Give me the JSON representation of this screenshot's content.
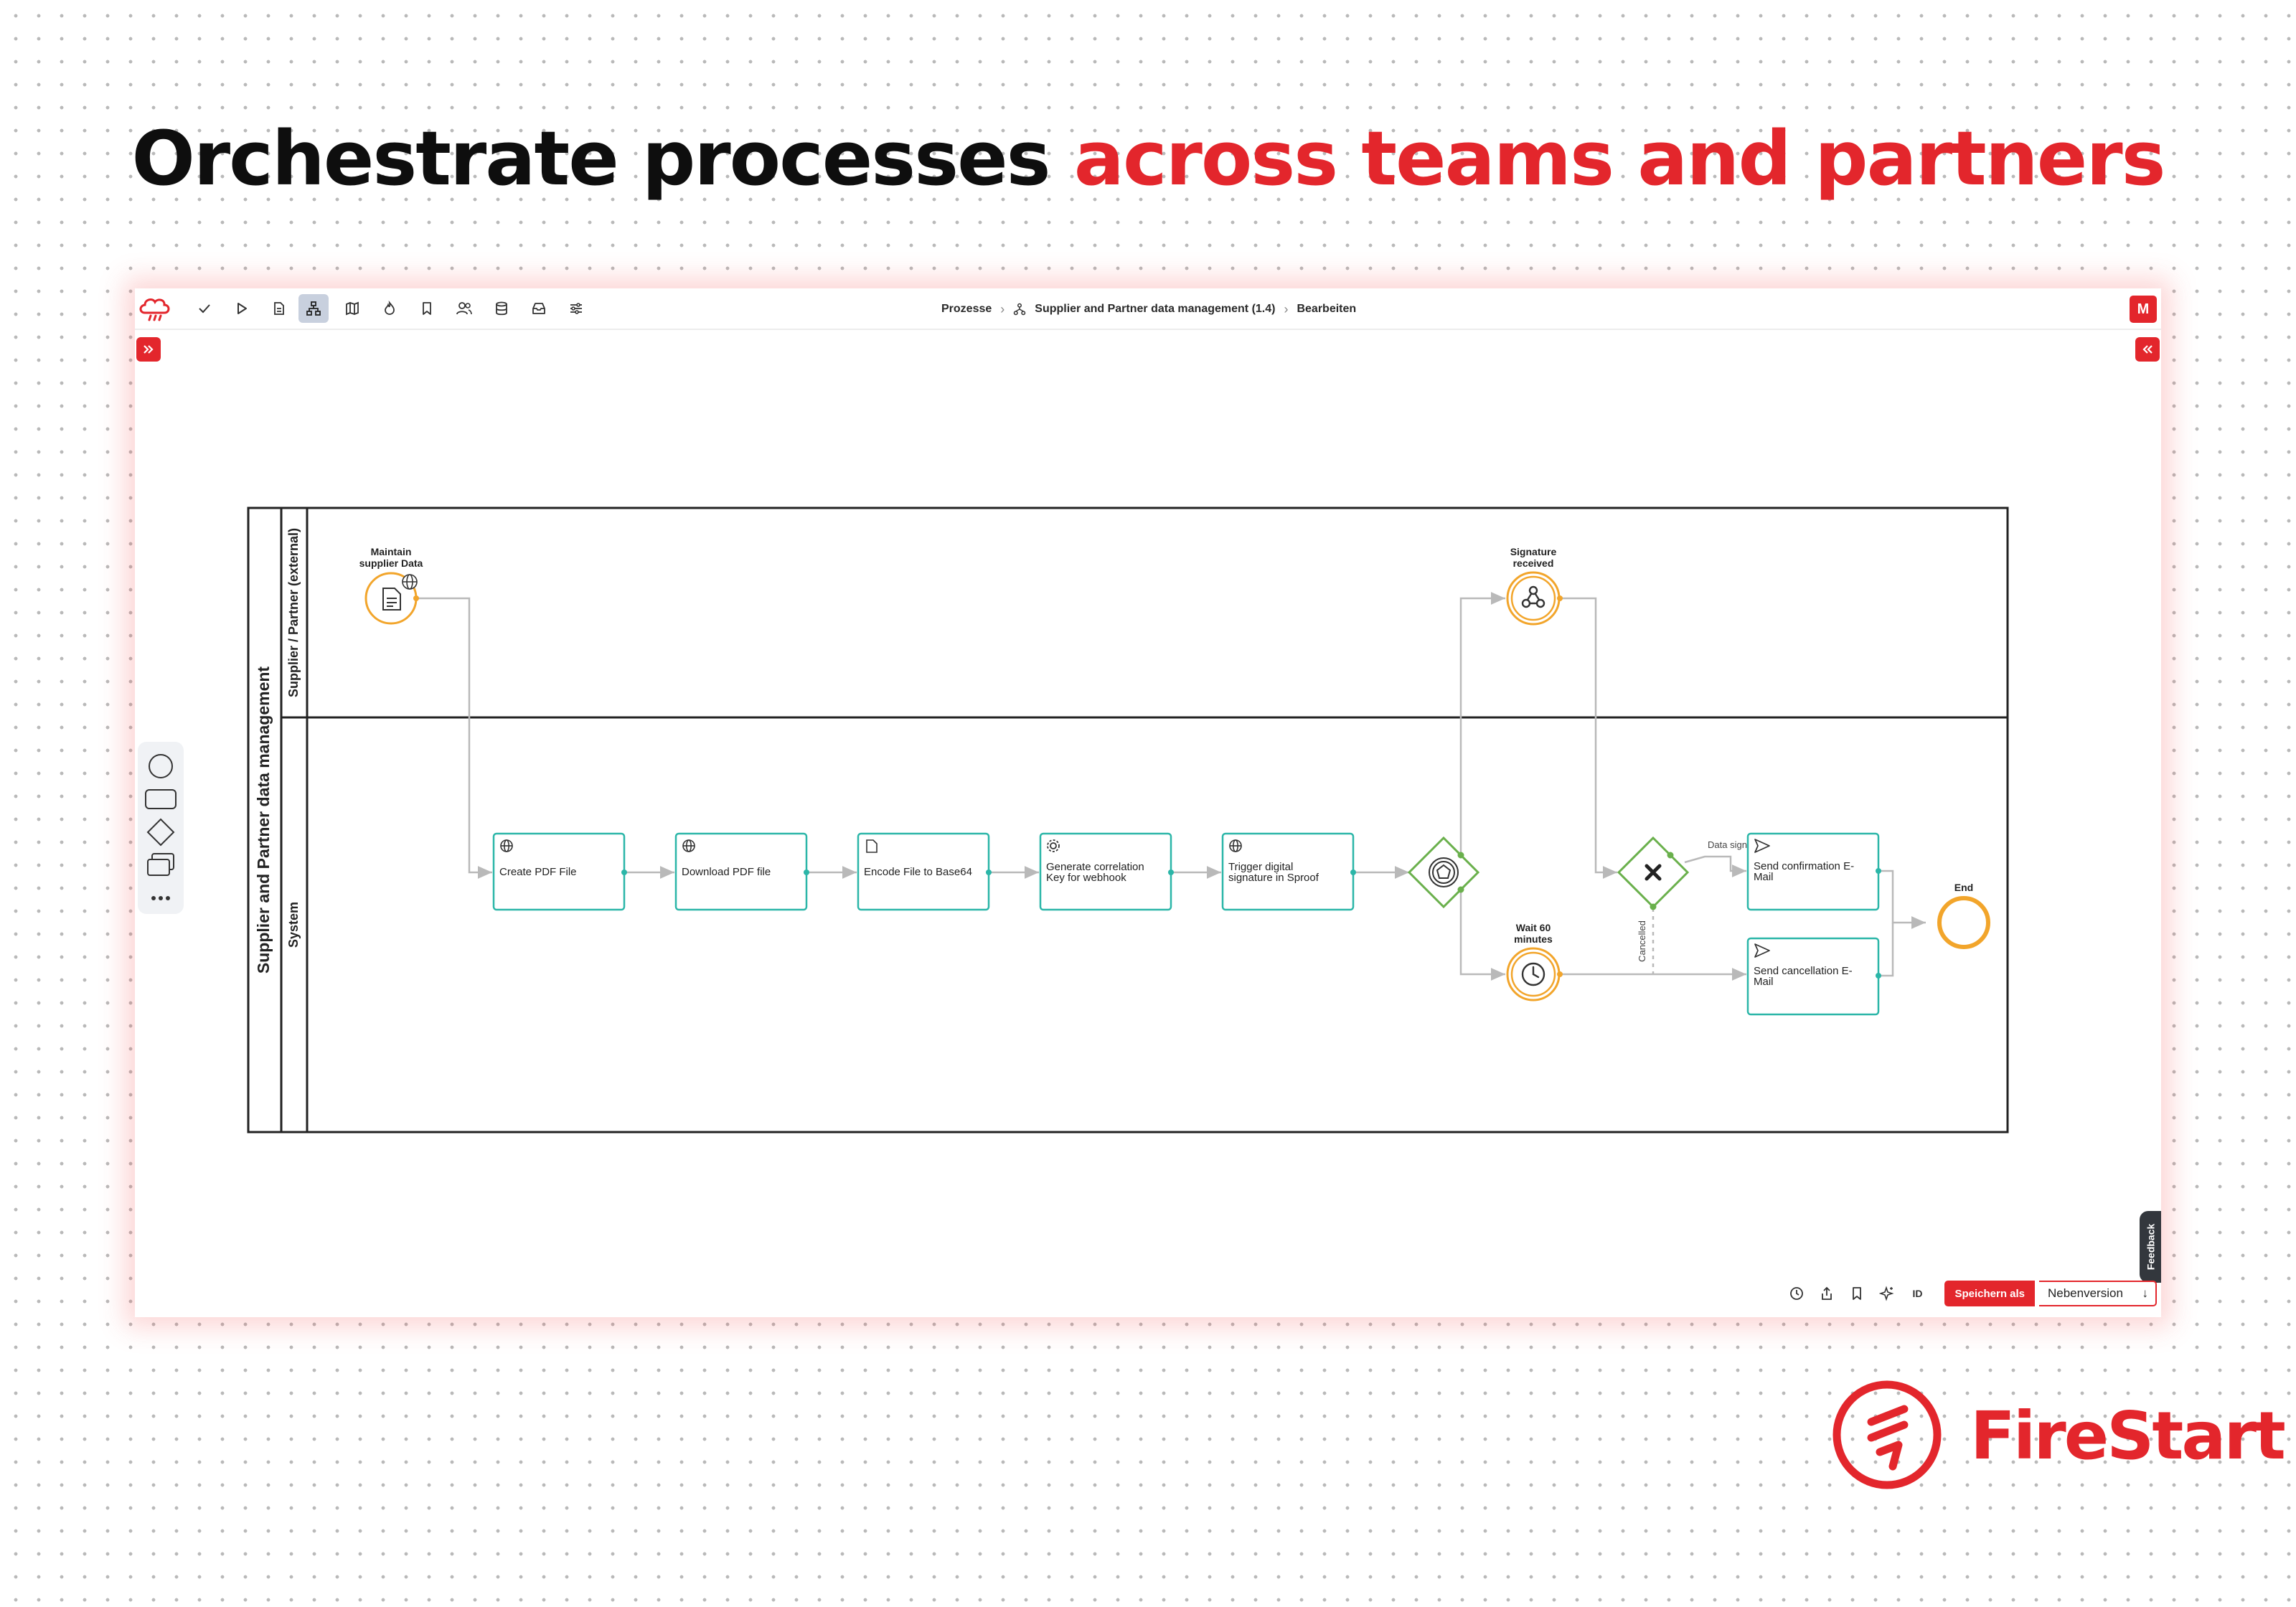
{
  "headline": {
    "part1": "Orchestrate processes",
    "part2": "across teams and partners"
  },
  "app": {
    "toolbar": {
      "items": [
        "check",
        "play",
        "document",
        "hierarchy",
        "map",
        "flame",
        "bookmark",
        "users",
        "database",
        "inbox",
        "sliders"
      ],
      "active": "hierarchy"
    },
    "breadcrumb": {
      "root": "Prozesse",
      "process": "Supplier and Partner data management (1.4)",
      "current": "Bearbeiten"
    },
    "user_initial": "M",
    "feedback_label": "Feedback",
    "bottom": {
      "id_label": "ID",
      "save_label": "Speichern als",
      "version_value": "Nebenversion",
      "version_arrow": "↓"
    }
  },
  "diagram": {
    "pool_name": "Supplier and Partner data management",
    "lanes": [
      "Supplier / Partner (external)",
      "System"
    ],
    "events": {
      "start_line1": "Maintain",
      "start_line2": "supplier Data",
      "signature_line1": "Signature",
      "signature_line2": "received",
      "timer_line1": "Wait 60",
      "timer_line2": "minutes",
      "end": "End"
    },
    "tasks": {
      "create_pdf": "Create PDF File",
      "download_pdf": "Download PDF file",
      "encode": "Encode File to Base64",
      "corr_line1": "Generate correlation",
      "corr_line2": "Key for webhook",
      "sig_line1": "Trigger digital",
      "sig_line2": "signature in Sproof",
      "confirm_line1": "Send confirmation E-",
      "confirm_line2": "Mail",
      "cancel_line1": "Send cancellation E-",
      "cancel_line2": "Mail"
    },
    "flows": {
      "data_signed": "Data signed",
      "cancelled": "Cancelled"
    }
  },
  "brand": {
    "name": "FireStart",
    "color": "#e3262c"
  },
  "colors": {
    "accent": "#e3262c",
    "task_border": "#2bb6a8",
    "event_border": "#f2a52b",
    "gateway_border": "#6ab04c"
  }
}
